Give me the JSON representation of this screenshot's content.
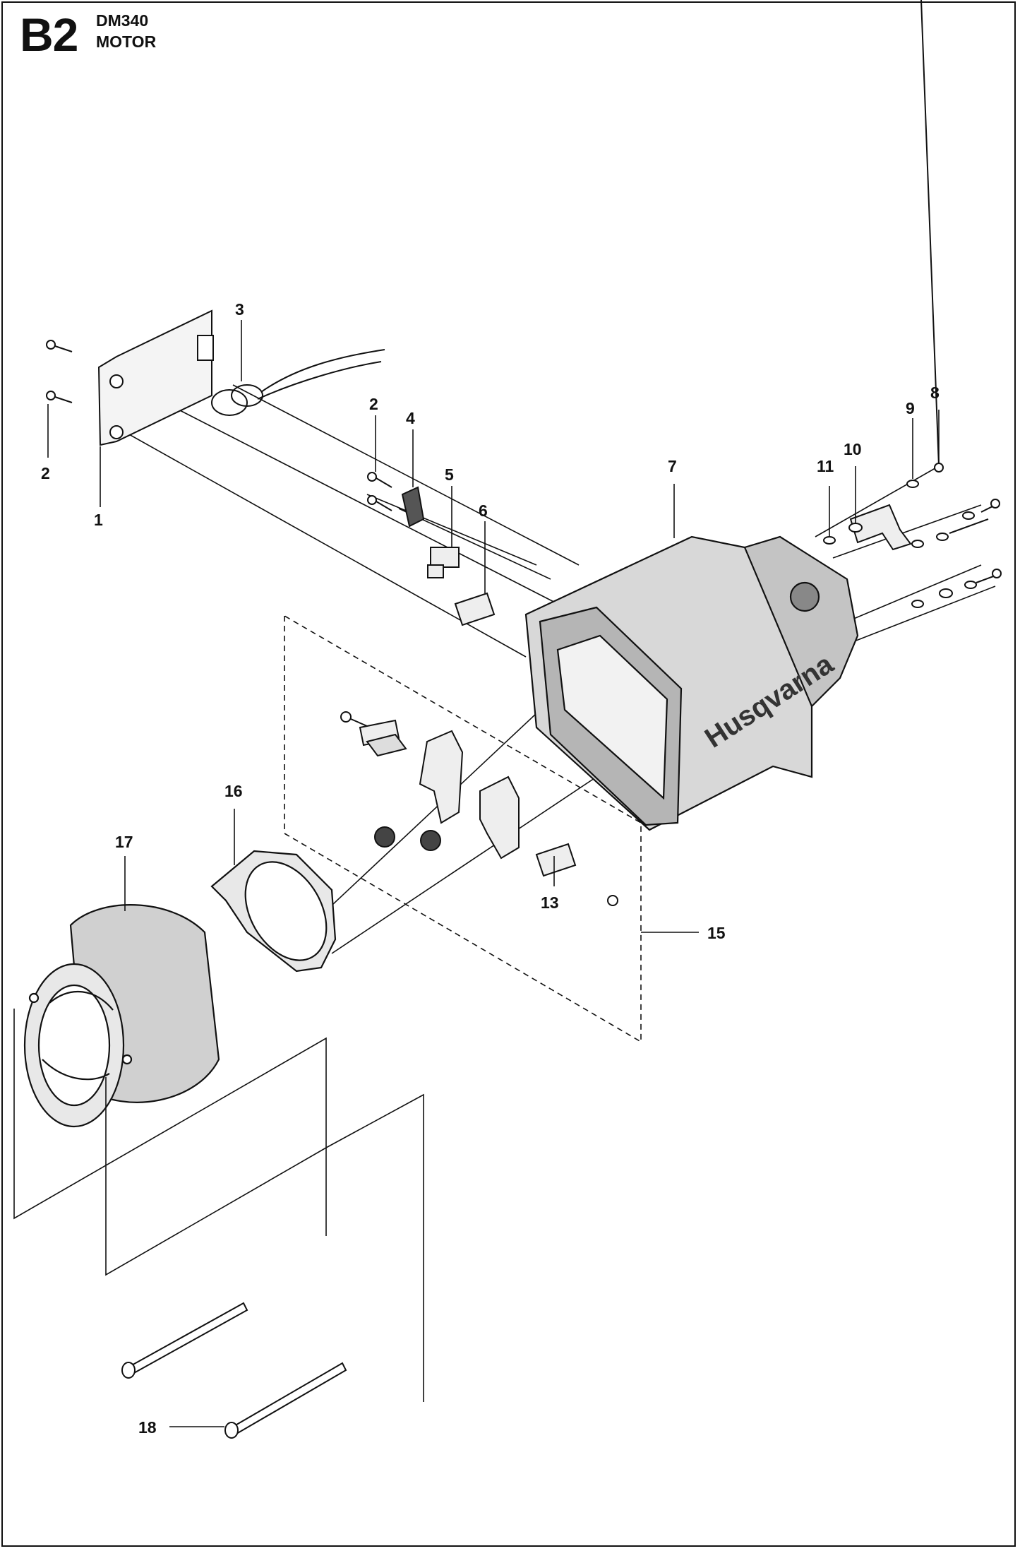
{
  "header": {
    "section_code": "B2",
    "model": "DM340",
    "title": "MOTOR"
  },
  "brand_text": "Husqvarna",
  "colors": {
    "line": "#111111",
    "housing": "#d8d8d8",
    "background": "#ffffff"
  },
  "part_labels": [
    {
      "id": "p1",
      "text": "1"
    },
    {
      "id": "p2a",
      "text": "2"
    },
    {
      "id": "p2b",
      "text": "2"
    },
    {
      "id": "p3",
      "text": "3"
    },
    {
      "id": "p4",
      "text": "4"
    },
    {
      "id": "p5",
      "text": "5"
    },
    {
      "id": "p6",
      "text": "6"
    },
    {
      "id": "p7",
      "text": "7"
    },
    {
      "id": "p8",
      "text": "8"
    },
    {
      "id": "p9",
      "text": "9"
    },
    {
      "id": "p10",
      "text": "10"
    },
    {
      "id": "p11",
      "text": "11"
    },
    {
      "id": "p13",
      "text": "13"
    },
    {
      "id": "p15",
      "text": "15"
    },
    {
      "id": "p16",
      "text": "16"
    },
    {
      "id": "p17",
      "text": "17"
    },
    {
      "id": "p18",
      "text": "18"
    }
  ]
}
